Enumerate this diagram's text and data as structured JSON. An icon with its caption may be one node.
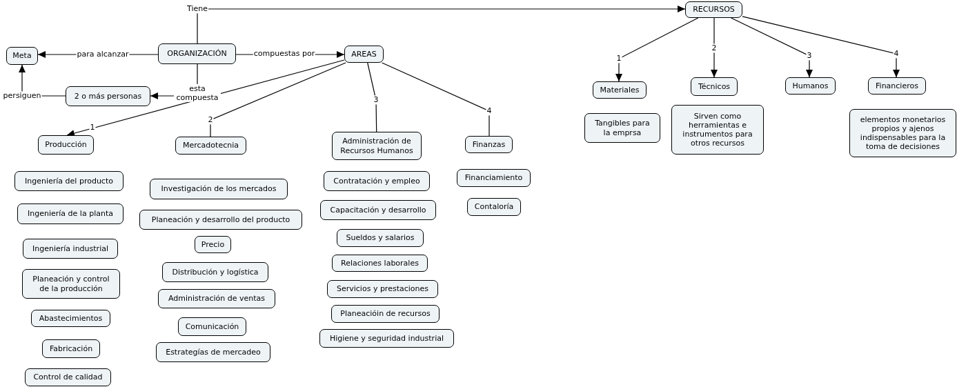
{
  "diagram": {
    "nodes": [
      {
        "text": [
          "ORGANIZACIÓN"
        ]
      },
      {
        "text": [
          "Meta"
        ]
      },
      {
        "text": [
          "2 o más personas"
        ]
      },
      {
        "text": [
          "AREAS"
        ]
      },
      {
        "text": [
          "RECURSOS"
        ]
      },
      {
        "text": [
          "Producción"
        ]
      },
      {
        "text": [
          "Mercadotecnia"
        ]
      },
      {
        "text": [
          "Administración de Recursos Humanos"
        ]
      },
      {
        "text": [
          "Finanzas"
        ]
      },
      {
        "text": [
          "Materiales"
        ]
      },
      {
        "text": [
          "Técnicos"
        ]
      },
      {
        "text": [
          "Humanos"
        ]
      },
      {
        "text": [
          "Financieros"
        ]
      },
      {
        "text": [
          "Tangibles para la emprsa"
        ]
      },
      {
        "text": [
          "Sirven como herramientas e instrumentos para otros recursos"
        ]
      },
      {
        "text": [
          "elementos monetarios propios y ajenos indispensables para la toma de decisiones"
        ]
      },
      {
        "text": [
          "Ingeniería del producto"
        ]
      },
      {
        "text": [
          "Ingeniería de la planta"
        ]
      },
      {
        "text": [
          "Ingeniería industrial"
        ]
      },
      {
        "text": [
          "Planeación y control de la producción"
        ]
      },
      {
        "text": [
          "Abastecimientos"
        ]
      },
      {
        "text": [
          "Fabricación"
        ]
      },
      {
        "text": [
          "Control de calidad"
        ]
      },
      {
        "text": [
          "Investigación de los mercados"
        ]
      },
      {
        "text": [
          "Planeación y desarrollo del producto"
        ]
      },
      {
        "text": [
          "Precio"
        ]
      },
      {
        "text": [
          "Distribución y logística"
        ]
      },
      {
        "text": [
          "Administración de ventas"
        ]
      },
      {
        "text": [
          "Comunicación"
        ]
      },
      {
        "text": [
          "Estrategías de mercadeo"
        ]
      },
      {
        "text": [
          "Contratación y empleo"
        ]
      },
      {
        "text": [
          "Capacitación y desarrollo"
        ]
      },
      {
        "text": [
          "Sueldos y salarios"
        ]
      },
      {
        "text": [
          "Relaciones laborales"
        ]
      },
      {
        "text": [
          "Servicios y prestaciones"
        ]
      },
      {
        "text": [
          "Planeacióin de recursos"
        ]
      },
      {
        "text": [
          "Higiene y seguridad industrial"
        ]
      },
      {
        "text": [
          "Financiamiento"
        ]
      },
      {
        "text": [
          "Contaloría"
        ]
      }
    ],
    "edges": [
      {
        "from": 0,
        "to": 1,
        "label": "para alcanzar",
        "arrow": "to"
      },
      {
        "from": 0,
        "to": 3,
        "label": "compuestas por",
        "arrow": "to"
      },
      {
        "from": 0,
        "to": 4,
        "label": "Tiene",
        "arrow": "to"
      },
      {
        "from": 0,
        "to": 2,
        "label": "esta compuesta",
        "arrow": "to"
      },
      {
        "from": 2,
        "to": 1,
        "label": "persiguen",
        "arrow": "to"
      },
      {
        "from": 3,
        "to": 5,
        "label": "1",
        "arrow": "to"
      },
      {
        "from": 3,
        "to": 6,
        "label": "2",
        "arrow": "none"
      },
      {
        "from": 3,
        "to": 7,
        "label": "3",
        "arrow": "none"
      },
      {
        "from": 3,
        "to": 8,
        "label": "4",
        "arrow": "none"
      },
      {
        "from": 4,
        "to": 9,
        "label": "1",
        "arrow": "to"
      },
      {
        "from": 4,
        "to": 10,
        "label": "2",
        "arrow": "to"
      },
      {
        "from": 4,
        "to": 11,
        "label": "3",
        "arrow": "to"
      },
      {
        "from": 4,
        "to": 12,
        "label": "4",
        "arrow": "to"
      }
    ]
  }
}
